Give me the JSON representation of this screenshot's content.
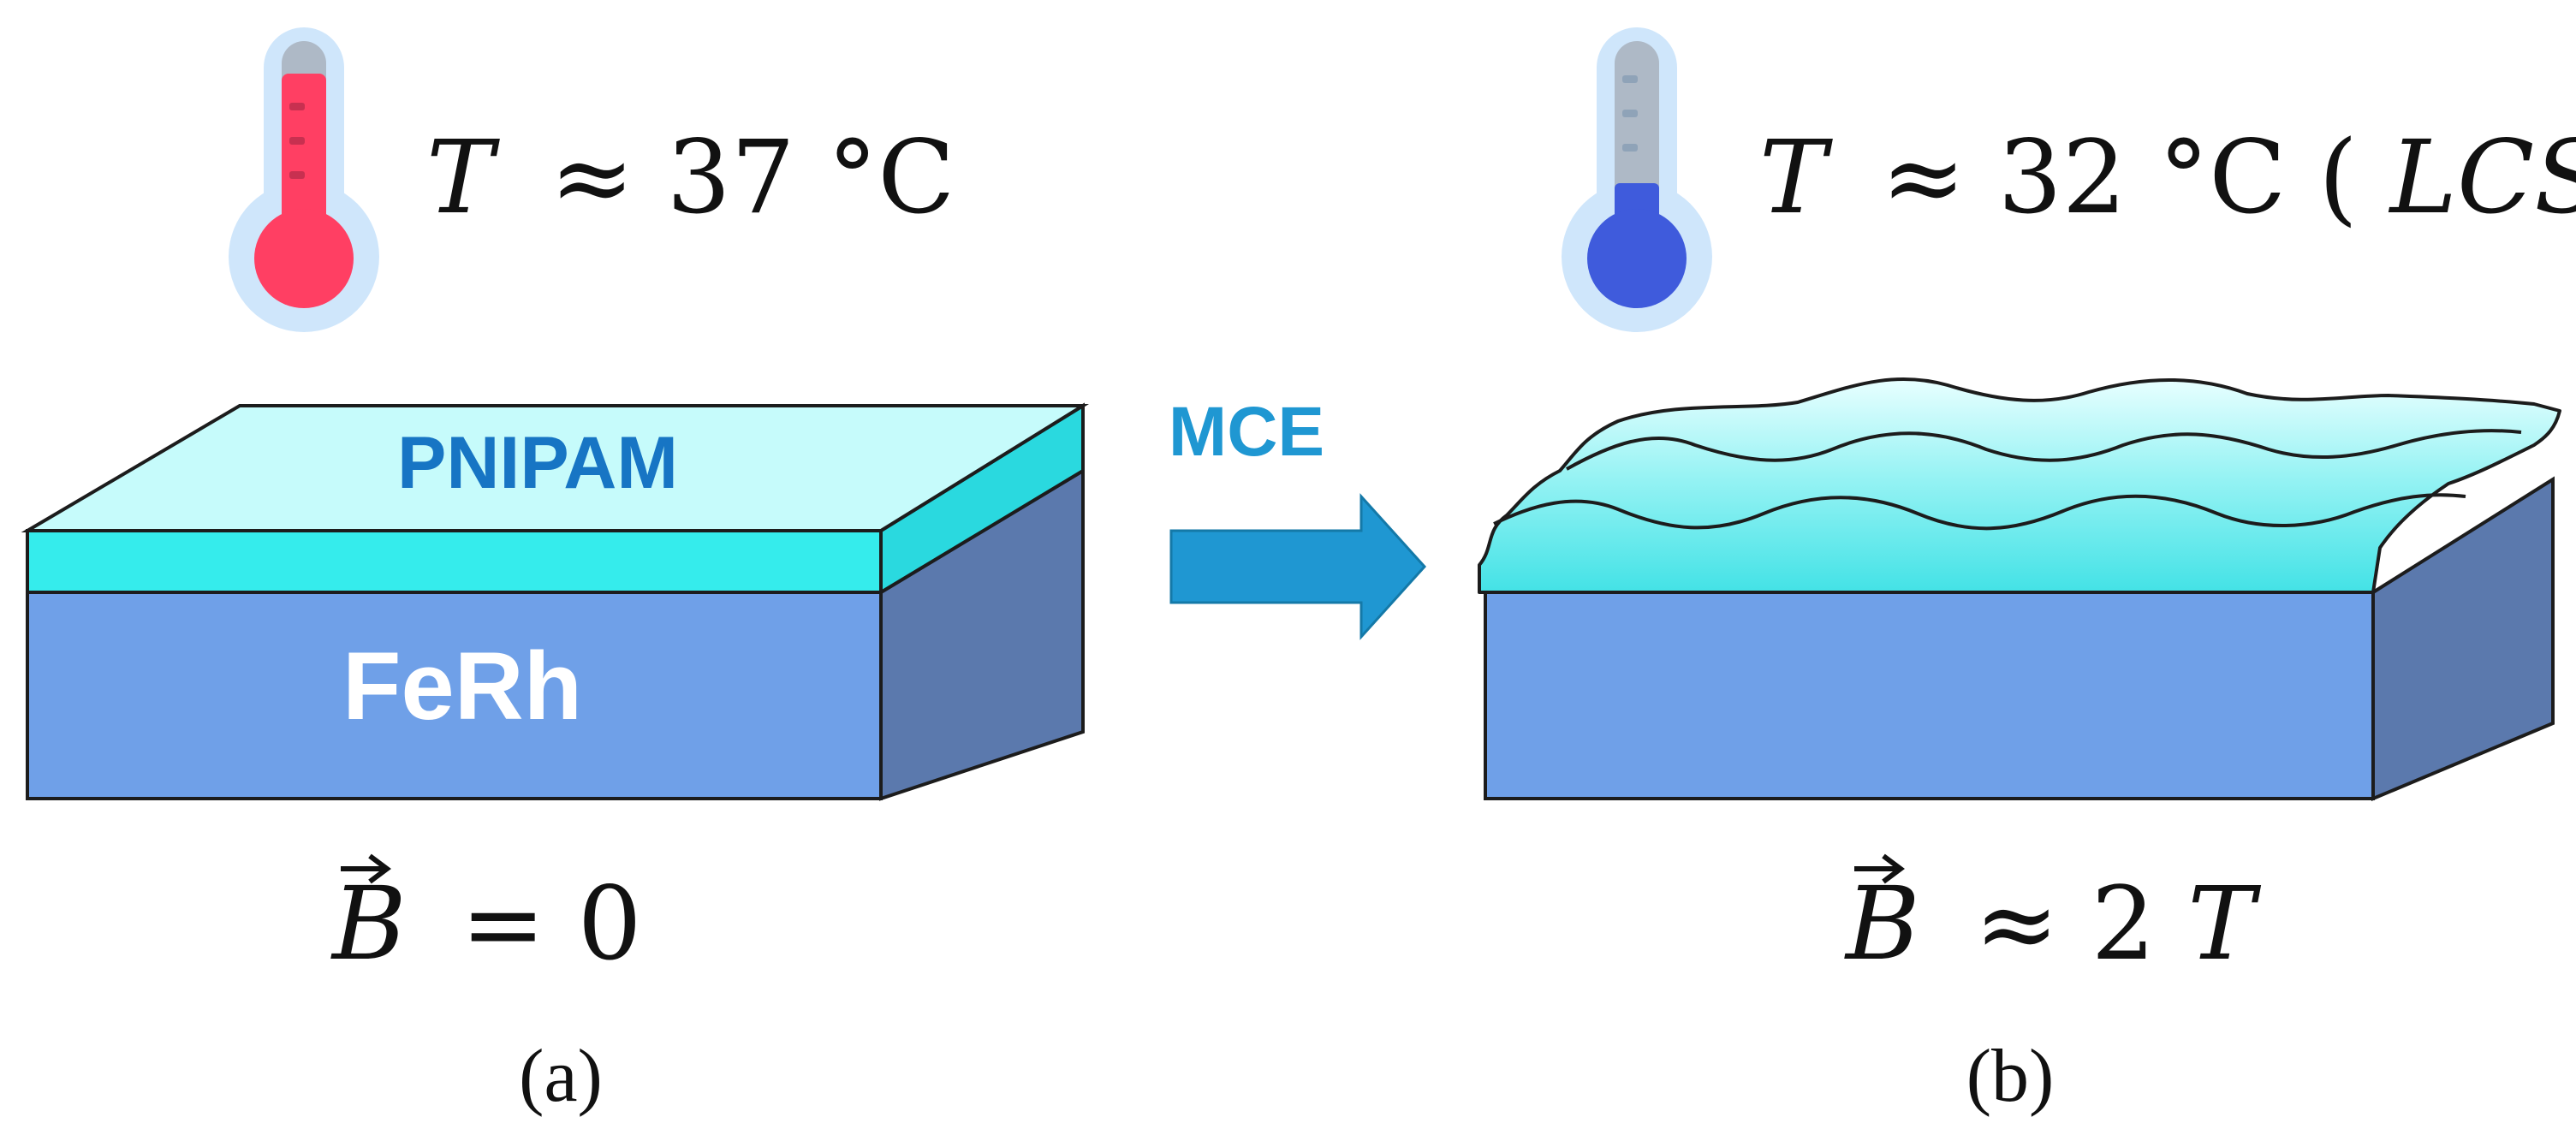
{
  "panel_a": {
    "temperature_symbol": "T",
    "temperature_relation": "≈ 37 °C",
    "top_layer_label": "PNIPAM",
    "substrate_label": "FeRh",
    "field_symbol": "B",
    "field_relation": "= 0",
    "caption": "(a)",
    "thermometer_icon": "thermometer-hot-icon",
    "thermometer_fill_fraction": 0.85
  },
  "arrow": {
    "label": "MCE",
    "icon": "right-arrow-icon"
  },
  "panel_b": {
    "temperature_symbol": "T",
    "temperature_relation": "≈ 32 °C (",
    "temperature_note": "LCST",
    "temperature_close": ")",
    "field_symbol": "B",
    "field_relation": "≈ 2 ",
    "field_unit": "T",
    "caption": "(b)",
    "thermometer_icon": "thermometer-cold-icon",
    "thermometer_fill_fraction": 0.35
  },
  "colors": {
    "pnipam_top": "#c6fbfb",
    "pnipam_front": "#35ecec",
    "pnipam_side": "#2ad9df",
    "substrate_front": "#6fa0e8",
    "substrate_side": "#5b79ad",
    "label_pnipam": "#1775c4",
    "label_feRh": "#ffffff",
    "arrow": "#1f97d2",
    "hot": "#ff3f63",
    "cold": "#3f5bdc",
    "thermo_glass": "#cfe6fb"
  }
}
